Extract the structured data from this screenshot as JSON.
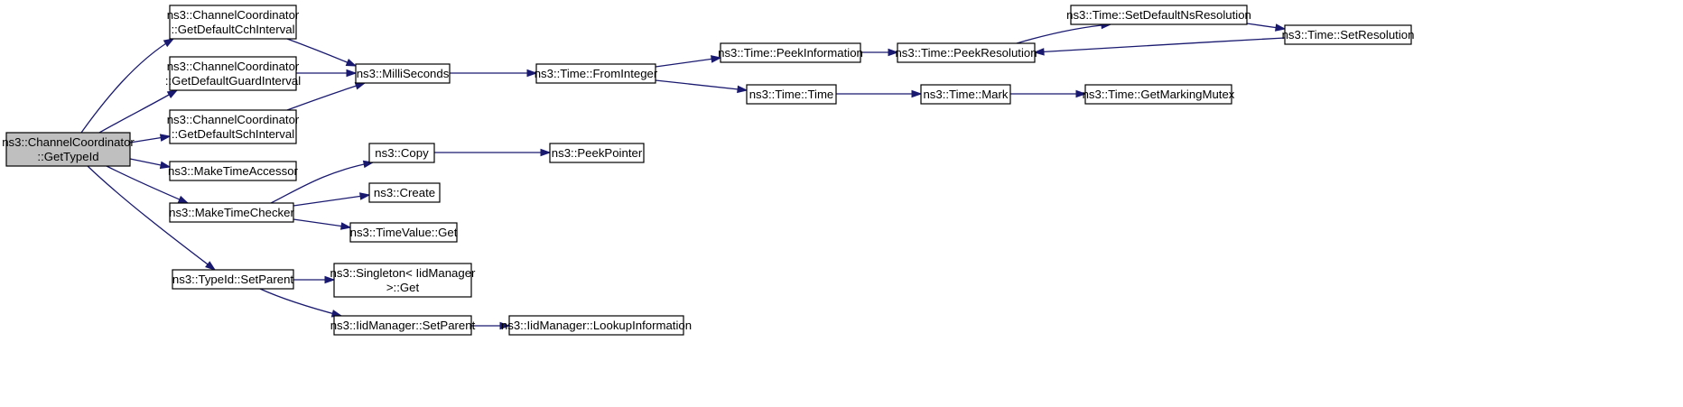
{
  "diagram": {
    "type": "call-graph",
    "colors": {
      "edge": "#191970",
      "root_fill": "#bfbfbf",
      "node_fill": "#ffffff",
      "node_border": "#000000"
    },
    "nodes": [
      {
        "id": "n0",
        "lines": [
          "ns3::ChannelCoordinator",
          "::GetTypeId"
        ],
        "root": true
      },
      {
        "id": "n1",
        "lines": [
          "ns3::ChannelCoordinator",
          "::GetDefaultCchInterval"
        ]
      },
      {
        "id": "n2",
        "lines": [
          "ns3::ChannelCoordinator",
          "::GetDefaultGuardInterval"
        ]
      },
      {
        "id": "n3",
        "lines": [
          "ns3::ChannelCoordinator",
          "::GetDefaultSchInterval"
        ]
      },
      {
        "id": "n4",
        "lines": [
          "ns3::MakeTimeAccessor"
        ]
      },
      {
        "id": "n5",
        "lines": [
          "ns3::MakeTimeChecker"
        ]
      },
      {
        "id": "n6",
        "lines": [
          "ns3::TypeId::SetParent"
        ]
      },
      {
        "id": "n7",
        "lines": [
          "ns3::MilliSeconds"
        ]
      },
      {
        "id": "n8",
        "lines": [
          "ns3::Time::FromInteger"
        ]
      },
      {
        "id": "n9",
        "lines": [
          "ns3::Time::PeekInformation"
        ]
      },
      {
        "id": "n10",
        "lines": [
          "ns3::Time::PeekResolution"
        ]
      },
      {
        "id": "n11",
        "lines": [
          "ns3::Time::SetDefaultNsResolution"
        ]
      },
      {
        "id": "n12",
        "lines": [
          "ns3::Time::SetResolution"
        ]
      },
      {
        "id": "n13",
        "lines": [
          "ns3::Time::Time"
        ]
      },
      {
        "id": "n14",
        "lines": [
          "ns3::Time::Mark"
        ]
      },
      {
        "id": "n15",
        "lines": [
          "ns3::Time::GetMarkingMutex"
        ]
      },
      {
        "id": "n16",
        "lines": [
          "ns3::Copy"
        ]
      },
      {
        "id": "n17",
        "lines": [
          "ns3::PeekPointer"
        ]
      },
      {
        "id": "n18",
        "lines": [
          "ns3::Create"
        ]
      },
      {
        "id": "n19",
        "lines": [
          "ns3::TimeValue::Get"
        ]
      },
      {
        "id": "n20",
        "lines": [
          "ns3::Singleton< IidManager",
          " >::Get"
        ]
      },
      {
        "id": "n21",
        "lines": [
          "ns3::IidManager::SetParent"
        ]
      },
      {
        "id": "n22",
        "lines": [
          "ns3::IidManager::LookupInformation"
        ]
      }
    ],
    "edges": [
      {
        "from": "n0",
        "to": "n1"
      },
      {
        "from": "n0",
        "to": "n2"
      },
      {
        "from": "n0",
        "to": "n3"
      },
      {
        "from": "n0",
        "to": "n4"
      },
      {
        "from": "n0",
        "to": "n5"
      },
      {
        "from": "n0",
        "to": "n6"
      },
      {
        "from": "n1",
        "to": "n7"
      },
      {
        "from": "n2",
        "to": "n7"
      },
      {
        "from": "n3",
        "to": "n7"
      },
      {
        "from": "n7",
        "to": "n8"
      },
      {
        "from": "n8",
        "to": "n9"
      },
      {
        "from": "n8",
        "to": "n13"
      },
      {
        "from": "n9",
        "to": "n10"
      },
      {
        "from": "n10",
        "to": "n11"
      },
      {
        "from": "n11",
        "to": "n12"
      },
      {
        "from": "n12",
        "to": "n10"
      },
      {
        "from": "n13",
        "to": "n14"
      },
      {
        "from": "n14",
        "to": "n15"
      },
      {
        "from": "n5",
        "to": "n16"
      },
      {
        "from": "n5",
        "to": "n18"
      },
      {
        "from": "n5",
        "to": "n19"
      },
      {
        "from": "n16",
        "to": "n17"
      },
      {
        "from": "n6",
        "to": "n20"
      },
      {
        "from": "n6",
        "to": "n21"
      },
      {
        "from": "n21",
        "to": "n22"
      }
    ]
  }
}
